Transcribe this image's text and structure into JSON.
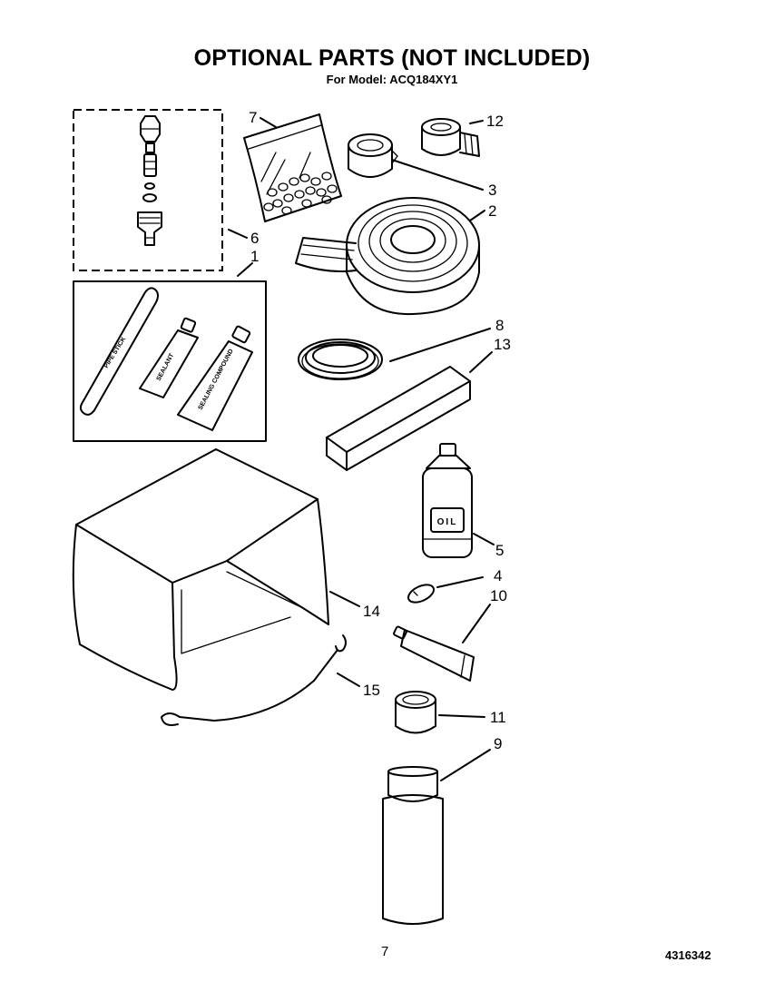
{
  "header": {
    "title": "OPTIONAL PARTS (NOT INCLUDED)",
    "subtitle": "For Model: ACQ184XY1"
  },
  "footer": {
    "page_number": "7",
    "document_number": "4316342"
  },
  "callouts": [
    "1",
    "2",
    "3",
    "4",
    "5",
    "6",
    "7",
    "8",
    "9",
    "10",
    "11",
    "12",
    "13",
    "14",
    "15"
  ],
  "part_labels": {
    "bottle": "OIL",
    "stick": "PIPE STICK",
    "tube_small": "SEALANT",
    "tube_large": "SEALING COMPOUND"
  }
}
